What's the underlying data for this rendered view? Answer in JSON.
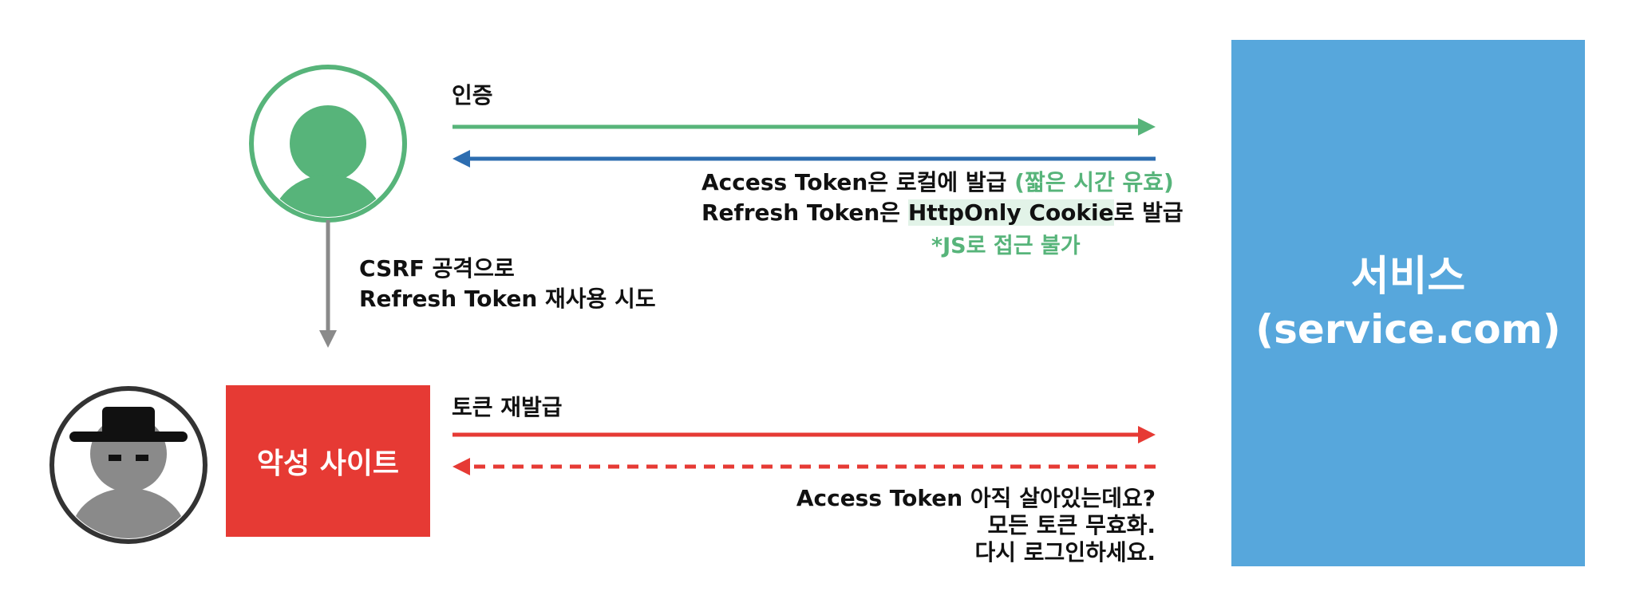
{
  "auth_label": "인증",
  "access_token_line": {
    "prefix": "Access Token은 로컬에 발급 ",
    "note": "(짧은 시간 유효)"
  },
  "refresh_token_line": {
    "prefix": "Refresh Token은 ",
    "highlight": "HttpOnly Cookie",
    "suffix": "로 발급"
  },
  "js_note": "*JS로 접근 불가",
  "csrf_label": {
    "line1": "CSRF 공격으로",
    "line2": "Refresh Token 재사용 시도"
  },
  "malicious_site": "악성 사이트",
  "reissue_label": "토큰 재발급",
  "response_lines": [
    "Access Token 아직 살아있는데요?",
    "모든 토큰 무효화.",
    "다시 로그인하세요."
  ],
  "service": {
    "name": "서비스",
    "domain": "(service.com)"
  },
  "colors": {
    "green": "#57b47a",
    "blue": "#2d6db0",
    "red": "#e63a34",
    "gray": "#8a8a8a",
    "service_blue": "#57a7dc"
  }
}
